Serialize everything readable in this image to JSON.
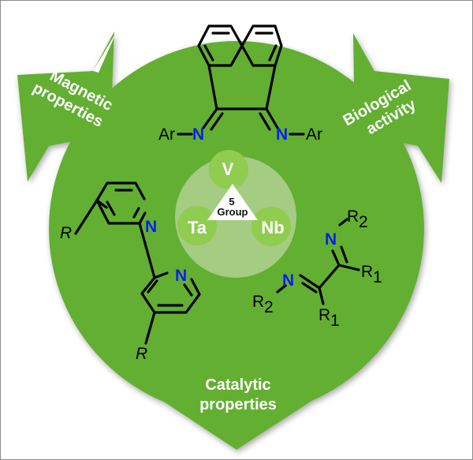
{
  "colors": {
    "green": "#64af31",
    "inner_disk": "#a5cc83",
    "element_circle": "#8fcc50",
    "nitrogen": "#0b1ef0",
    "text_white": "#ffffff"
  },
  "arrows": {
    "magnetic": {
      "line1": "Magnetic",
      "line2": "properties"
    },
    "biological": {
      "line1": "Biological",
      "line2": "activity"
    },
    "catalytic": {
      "line1": "Catalytic",
      "line2": "properties"
    }
  },
  "center": {
    "elements": [
      "V",
      "Ta",
      "Nb"
    ],
    "triangle_line1": "5",
    "triangle_line2": "Group"
  },
  "ligands": {
    "diimine_acenaphthene": {
      "left_sub": "Ar",
      "right_sub": "Ar",
      "atom": "N"
    },
    "bipyridine": {
      "substituent": "R",
      "atom": "N"
    },
    "diazadiene": {
      "r1": "R",
      "r1_sub": "1",
      "r2": "R",
      "r2_sub": "2",
      "atom": "N"
    }
  }
}
